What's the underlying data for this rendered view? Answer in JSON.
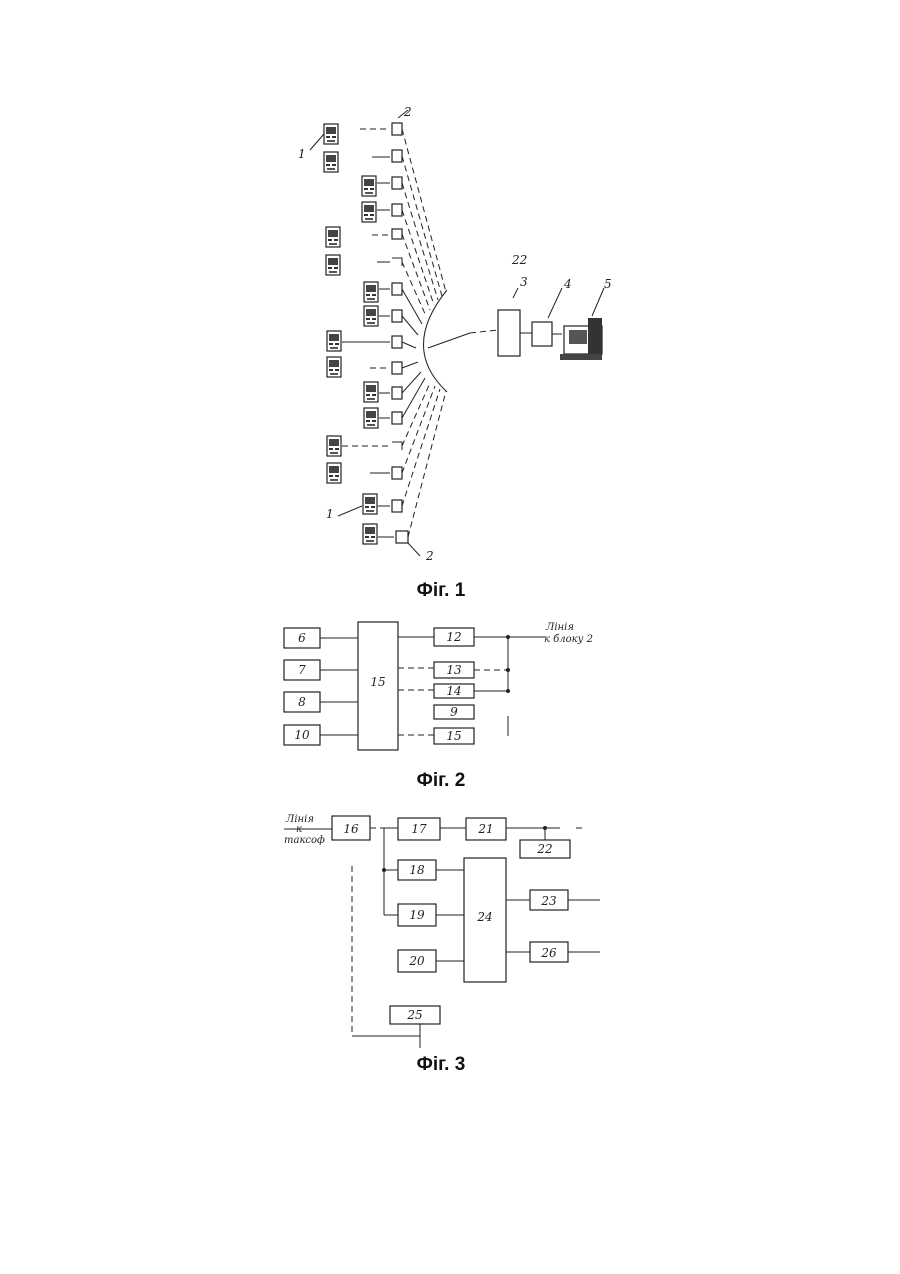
{
  "fig1": {
    "caption": "Фіг. 1",
    "labels": {
      "terminal_a": "1",
      "terminal_b": "1",
      "adapter_a": "2",
      "adapter_b": "2",
      "network": "22",
      "block3": "3",
      "block4": "4",
      "block5": "5"
    }
  },
  "fig2": {
    "caption": "Фіг. 2",
    "line_label": [
      "Лінія",
      "к блоку 2"
    ],
    "blocks": {
      "b6": "6",
      "b7": "7",
      "b8": "8",
      "b10": "10",
      "b15a": "15",
      "b12": "12",
      "b13": "13",
      "b14": "14",
      "b9": "9",
      "b15b": "15"
    }
  },
  "fig3": {
    "caption": "Фіг. 3",
    "line_label": [
      "Лінія",
      "к",
      "таксоф"
    ],
    "blocks": {
      "b16": "16",
      "b17": "17",
      "b21": "21",
      "b22": "22",
      "b18": "18",
      "b19": "19",
      "b20": "20",
      "b24": "24",
      "b23": "23",
      "b26": "26",
      "b25": "25"
    }
  }
}
